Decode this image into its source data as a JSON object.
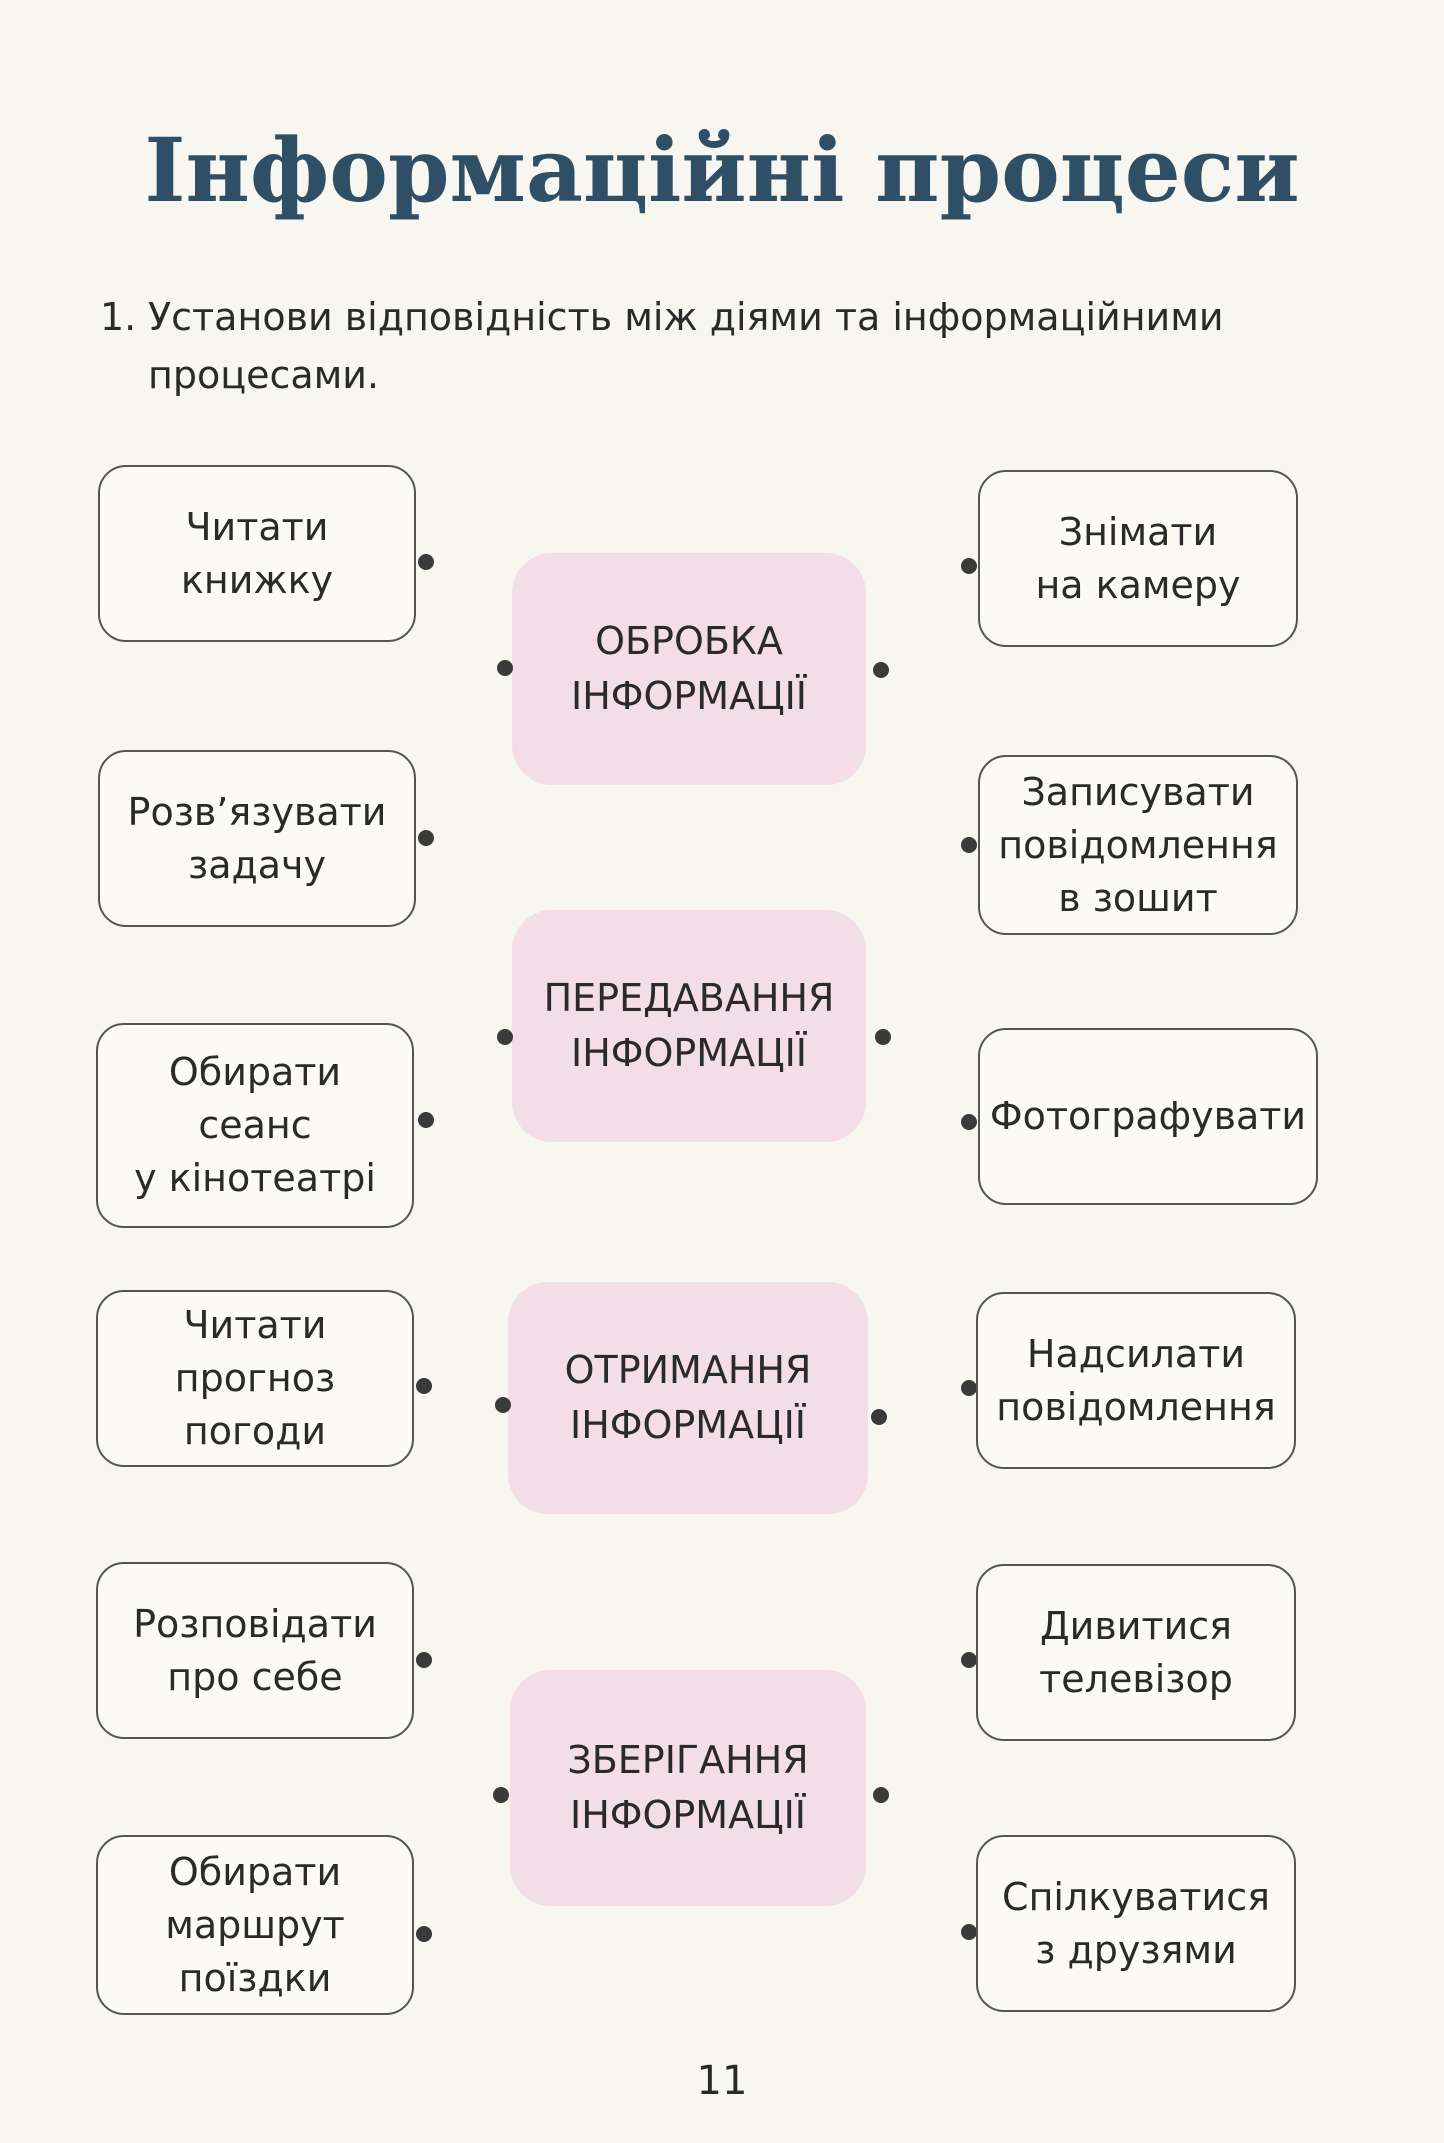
{
  "title": "Інформаційні процеси",
  "task": {
    "number": "1.",
    "line1": "Установи відповідність між діями та інформаційними",
    "line2": "процесами."
  },
  "left_actions": [
    "Читати\nкнижку",
    "Розв’язувати\nзадачу",
    "Обирати\nсеанс\nу кінотеатрі",
    "Читати\nпрогноз\nпогоди",
    "Розповідати\nпро себе",
    "Обирати\nмаршрут\nпоїздки"
  ],
  "processes": [
    "ОБРОБКА\nІНФОРМАЦІЇ",
    "ПЕРЕДАВАННЯ\nІНФОРМАЦІЇ",
    "ОТРИМАННЯ\nІНФОРМАЦІЇ",
    "ЗБЕРІГАННЯ\nІНФОРМАЦІЇ"
  ],
  "right_actions": [
    "Знімати\nна камеру",
    "Записувати\nповідомлення\nв зошит",
    "Фотографувати",
    "Надсилати\nповідомлення",
    "Дивитися\nтелевізор",
    "Спілкуватися\nз друзями"
  ],
  "page_number": "11"
}
